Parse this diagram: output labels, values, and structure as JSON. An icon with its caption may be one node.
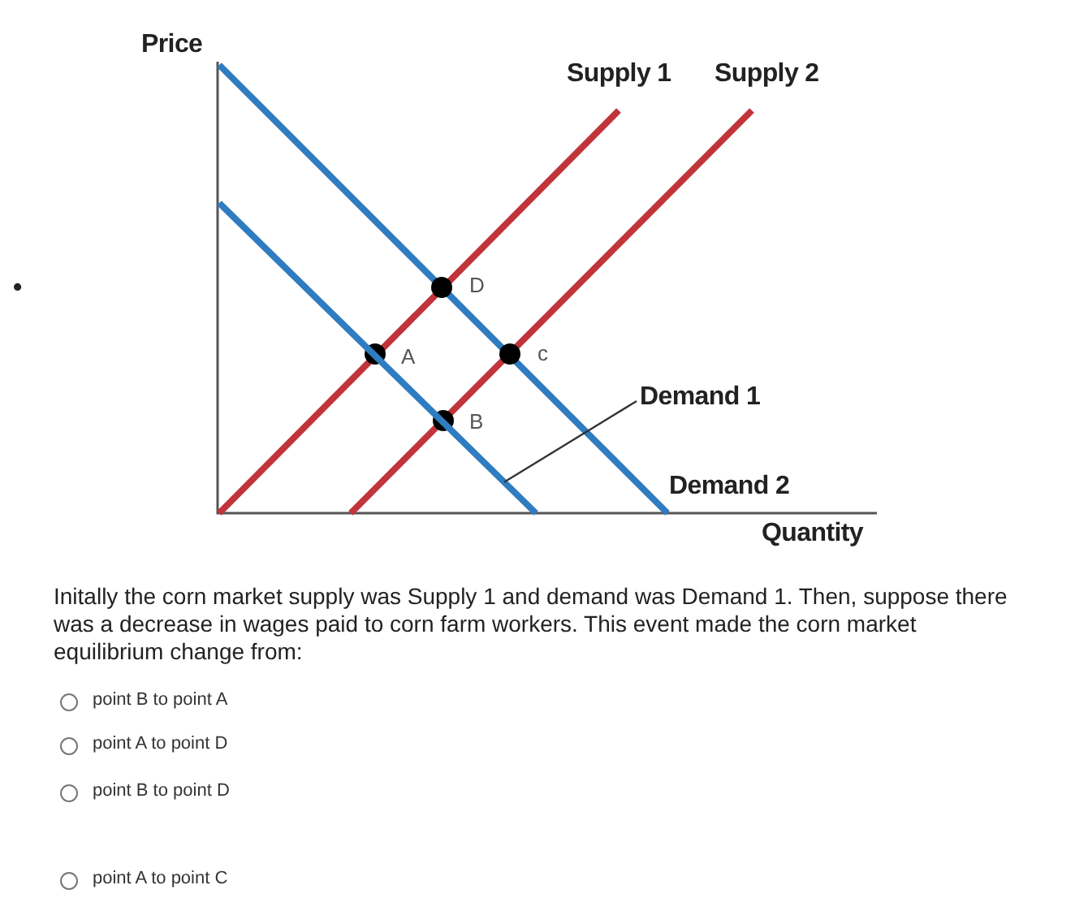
{
  "diagram": {
    "nodes": [
      {
        "text": [
          "Demand 1"
        ]
      },
      {
        "text": [],
        "shape": "line"
      }
    ],
    "edges": [
      {
        "from": 0,
        "to": 1,
        "arrow": "none"
      }
    ],
    "labels": [
      "Price",
      "Supply 1",
      "Supply 2",
      "•",
      "D",
      "A",
      "c",
      "B",
      "Demand 2",
      "Quantity",
      "Initally the corn market supply was Supply 1 and demand was Demand 1. Then, suppose there was a decrease in wages paid to corn farm workers. This event made the corn market equilibrium change from:",
      "point B to point A",
      "point A to point D",
      "point B to point D",
      "point A to point C"
    ]
  }
}
